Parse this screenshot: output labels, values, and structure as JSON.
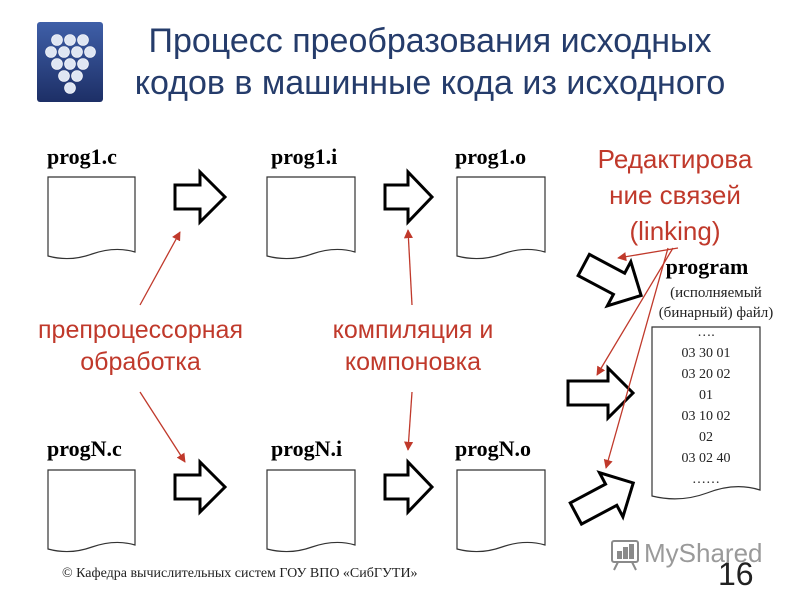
{
  "slide": {
    "title_line1": "Процесс преобразования исходных",
    "title_line2": "кодов в машинные кода из исходного",
    "files_top": [
      "prog1.c",
      "prog1.i",
      "prog1.o"
    ],
    "files_bottom": [
      "progN.c",
      "progN.i",
      "progN.o"
    ],
    "preprocess_line1": "препроцессорная",
    "preprocess_line2": "обработка",
    "compile_line1": "компиляция и",
    "compile_line2": "компоновка",
    "linking_line1": "Редактирова",
    "linking_line2": "ние связей",
    "linking_line3": "(linking)",
    "program_title": "program",
    "program_sub1": "(исполняемый",
    "program_sub2": "(бинарный) файл)",
    "program_lines": [
      "….",
      "03 30 01",
      "03 20 02",
      "01",
      "03 10 02",
      "02",
      "03 02 40",
      "……"
    ],
    "footer": "© Кафедра вычислительных систем ГОУ ВПО «СибГУТИ»",
    "page_number": "16",
    "watermark": "MyShared"
  },
  "colors": {
    "title": "#253c6b",
    "annotation": "#c0392b",
    "logo_bg": "#2e4a8c"
  },
  "icons": [
    "molecule-logo-icon",
    "slide-projector-icon"
  ]
}
